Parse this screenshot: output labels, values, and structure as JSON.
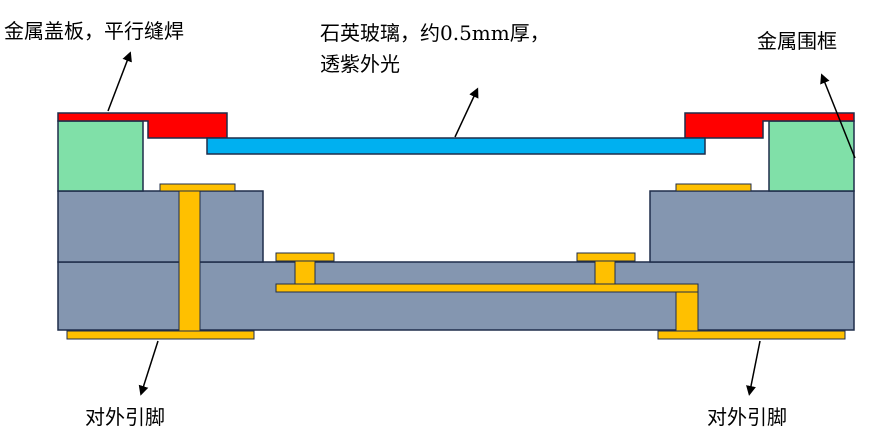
{
  "labels": {
    "metal_lid": "金属盖板，平行缝焊",
    "quartz_glass_line1": "石英玻璃，约0.5mm厚，",
    "quartz_glass_line2": "透紫外光",
    "metal_frame": "金属围框",
    "external_pin_left": "对外引脚",
    "external_pin_right": "对外引脚"
  },
  "colors": {
    "lid": "#ff0000",
    "glass": "#00b0f0",
    "frame": "#80e0a8",
    "ceramic": "#8496b0",
    "metal_pad": "#ffc000",
    "outline": "#1f2d4a"
  }
}
